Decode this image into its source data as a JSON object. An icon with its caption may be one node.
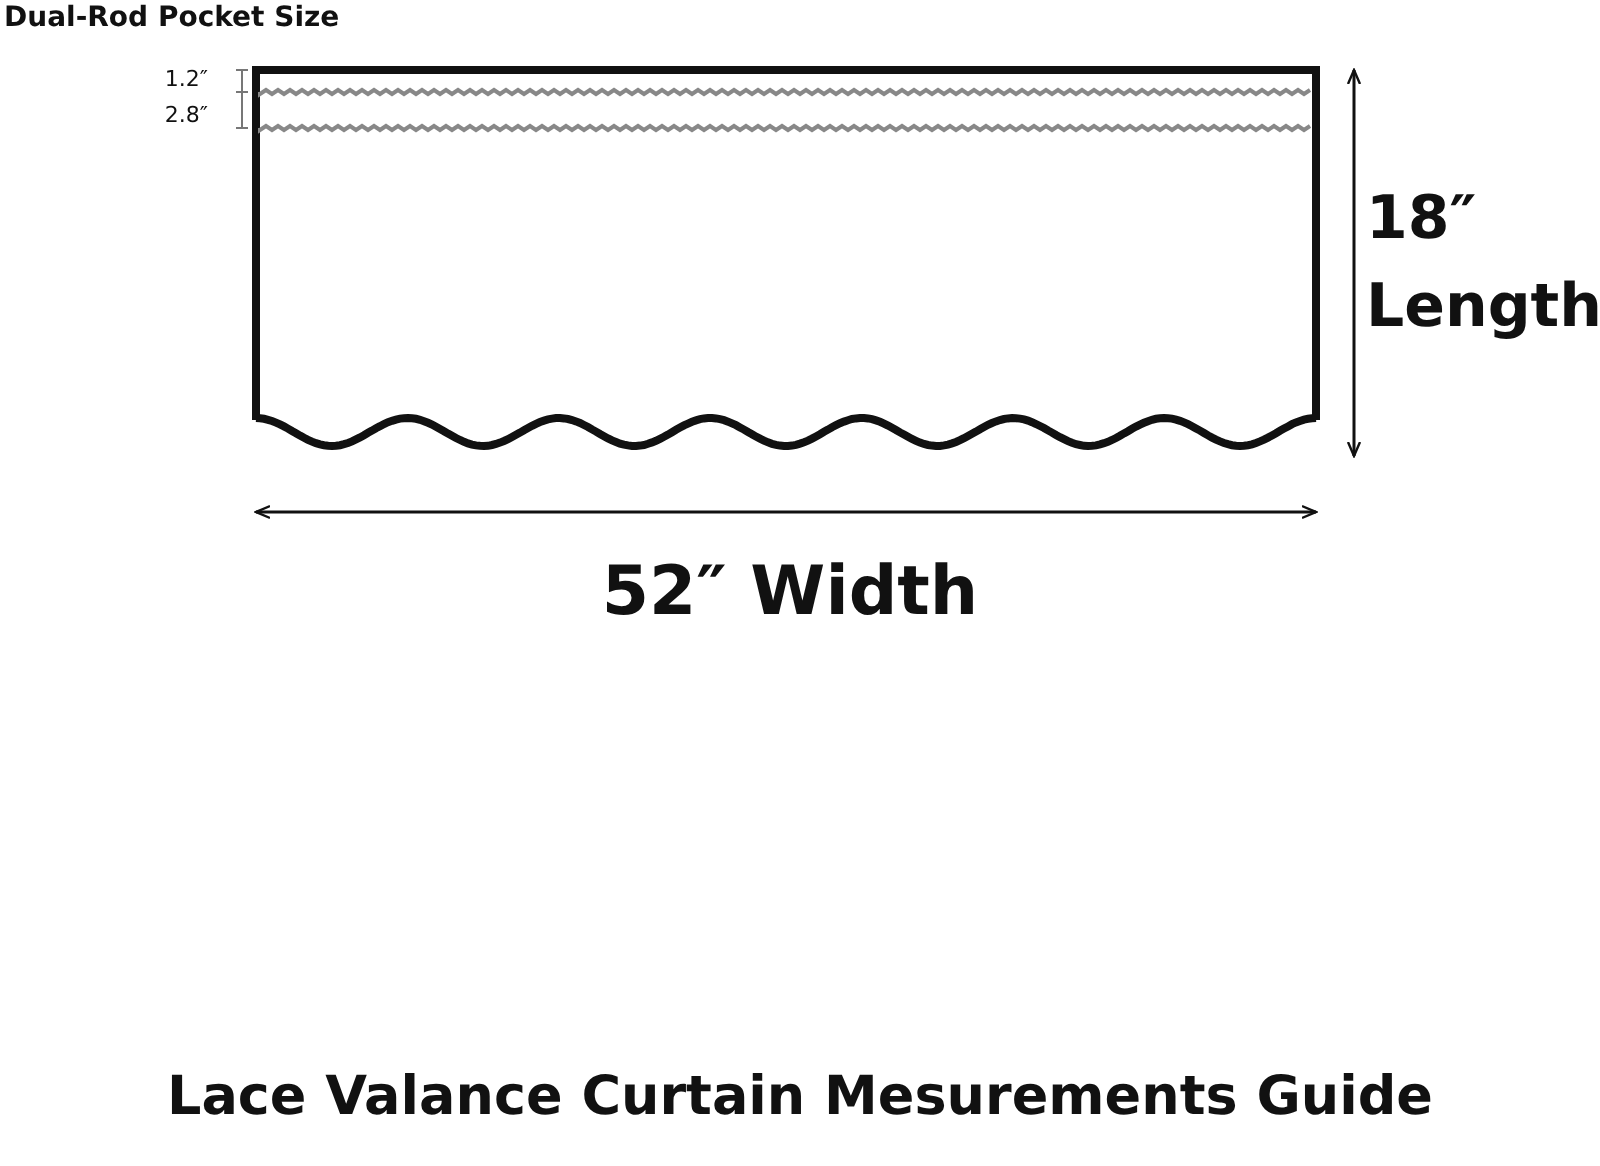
{
  "diagram": {
    "caption": "Lace Valance Curtain Mesurements Guide",
    "labels": [
      "Dual-Rod Pocket Size",
      "1.2″",
      "2.8″",
      "18″ Length",
      "52″ Width"
    ]
  }
}
